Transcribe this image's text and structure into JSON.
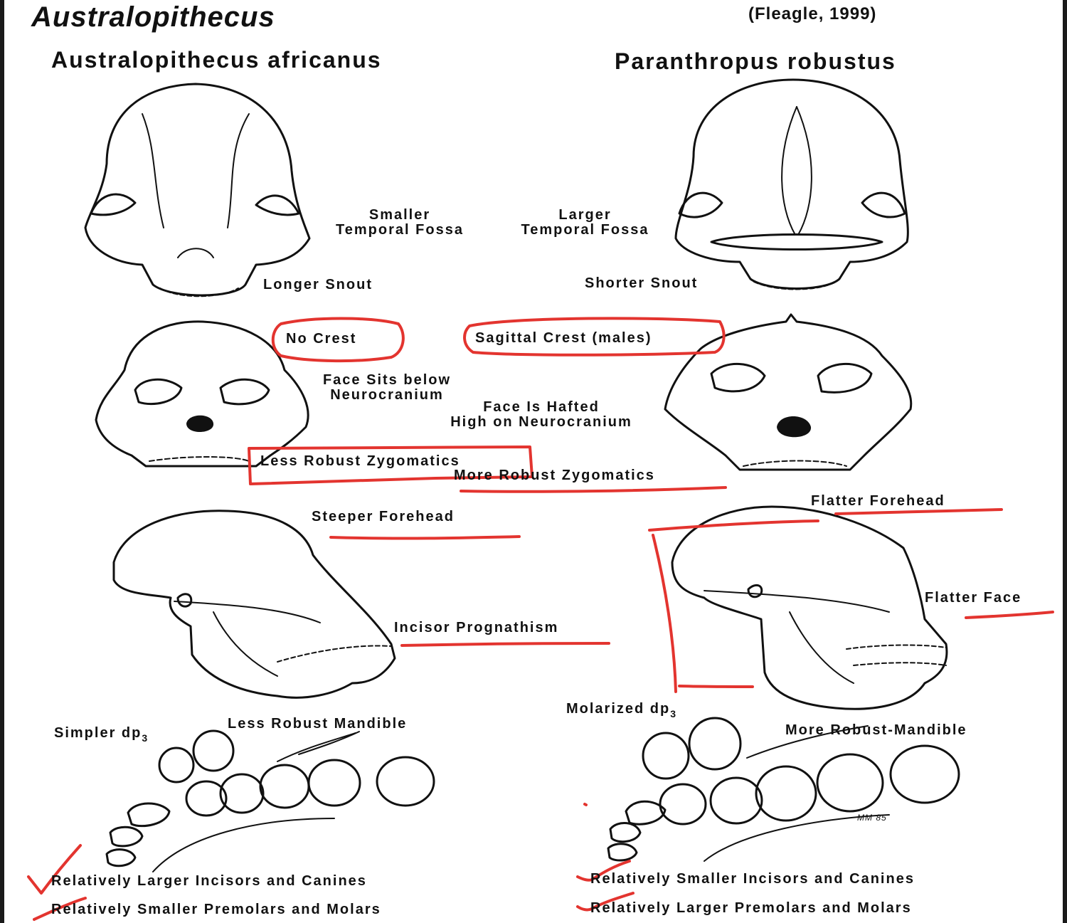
{
  "header": {
    "title": "Australopithecus",
    "citation": "(Fleagle, 1999)"
  },
  "species": {
    "left": "Australopithecus  africanus",
    "right": "Paranthropus  robustus"
  },
  "labels": {
    "smaller_temporal_fossa": [
      "Smaller",
      "Temporal Fossa"
    ],
    "larger_temporal_fossa": [
      "Larger",
      "Temporal Fossa"
    ],
    "longer_snout": "Longer Snout",
    "shorter_snout": "Shorter Snout",
    "no_crest": "No Crest",
    "sagittal_crest": "Sagittal Crest (males)",
    "face_below": [
      "Face Sits below",
      "Neurocranium"
    ],
    "face_hafted": [
      "Face Is Hafted",
      "High on Neurocranium"
    ],
    "less_robust_zygomatics": "Less Robust Zygomatics",
    "more_robust_zygomatics": "More Robust Zygomatics",
    "steeper_forehead": "Steeper Forehead",
    "flatter_forehead": "Flatter Forehead",
    "flatter_face": "Flatter Face",
    "incisor_prognathism": "Incisor Prognathism",
    "simpler_dp": "Simpler dp",
    "molarized_dp": "Molarized dp",
    "dp_subscript": "3",
    "less_robust_mandible": "Less Robust Mandible",
    "more_robust_mandible": "More Robust-Mandible",
    "left_incisors": "Relatively Larger Incisors and Canines",
    "left_molars": "Relatively Smaller Premolars and Molars",
    "right_incisors": "Relatively Smaller Incisors and Canines",
    "right_molars": "Relatively Larger Premolars and Molars",
    "artist_signature": "MM 85"
  },
  "colors": {
    "annotation": "#e3342f",
    "ink": "#111111",
    "paper": "#ffffff"
  }
}
